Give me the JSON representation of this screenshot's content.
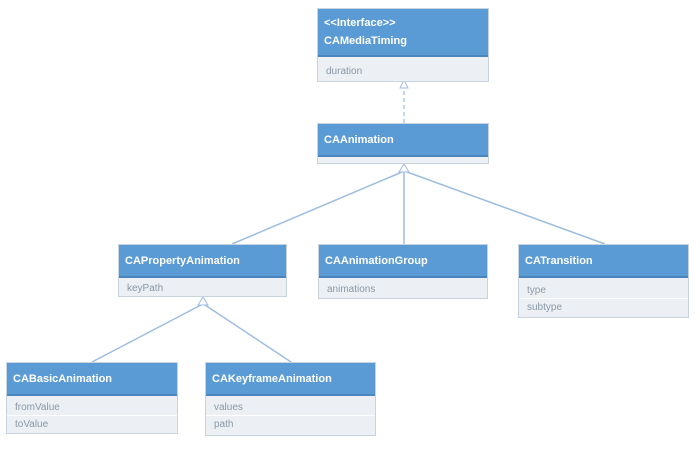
{
  "colors": {
    "header": "#5b9bd5",
    "body": "#eceff3",
    "connector": "#9dbde0",
    "attr_text": "#8b98a8"
  },
  "classes": {
    "media_timing": {
      "stereotype": "<<Interface>>",
      "name": "CAMediaTiming",
      "attributes": [
        "duration"
      ]
    },
    "animation": {
      "name": "CAAnimation",
      "attributes": []
    },
    "property_animation": {
      "name": "CAPropertyAnimation",
      "attributes": [
        "keyPath"
      ]
    },
    "animation_group": {
      "name": "CAAnimationGroup",
      "attributes": [
        "animations"
      ]
    },
    "transition": {
      "name": "CATransition",
      "attributes": [
        "type",
        "subtype"
      ]
    },
    "basic_animation": {
      "name": "CABasicAnimation",
      "attributes": [
        "fromValue",
        "toValue"
      ]
    },
    "keyframe_animation": {
      "name": "CAKeyframeAnimation",
      "attributes": [
        "values",
        "path"
      ]
    }
  },
  "relations": [
    {
      "from": "animation",
      "to": "media_timing",
      "kind": "realization"
    },
    {
      "from": "property_animation",
      "to": "animation",
      "kind": "generalization"
    },
    {
      "from": "animation_group",
      "to": "animation",
      "kind": "generalization"
    },
    {
      "from": "transition",
      "to": "animation",
      "kind": "generalization"
    },
    {
      "from": "basic_animation",
      "to": "property_animation",
      "kind": "generalization"
    },
    {
      "from": "keyframe_animation",
      "to": "property_animation",
      "kind": "generalization"
    }
  ]
}
